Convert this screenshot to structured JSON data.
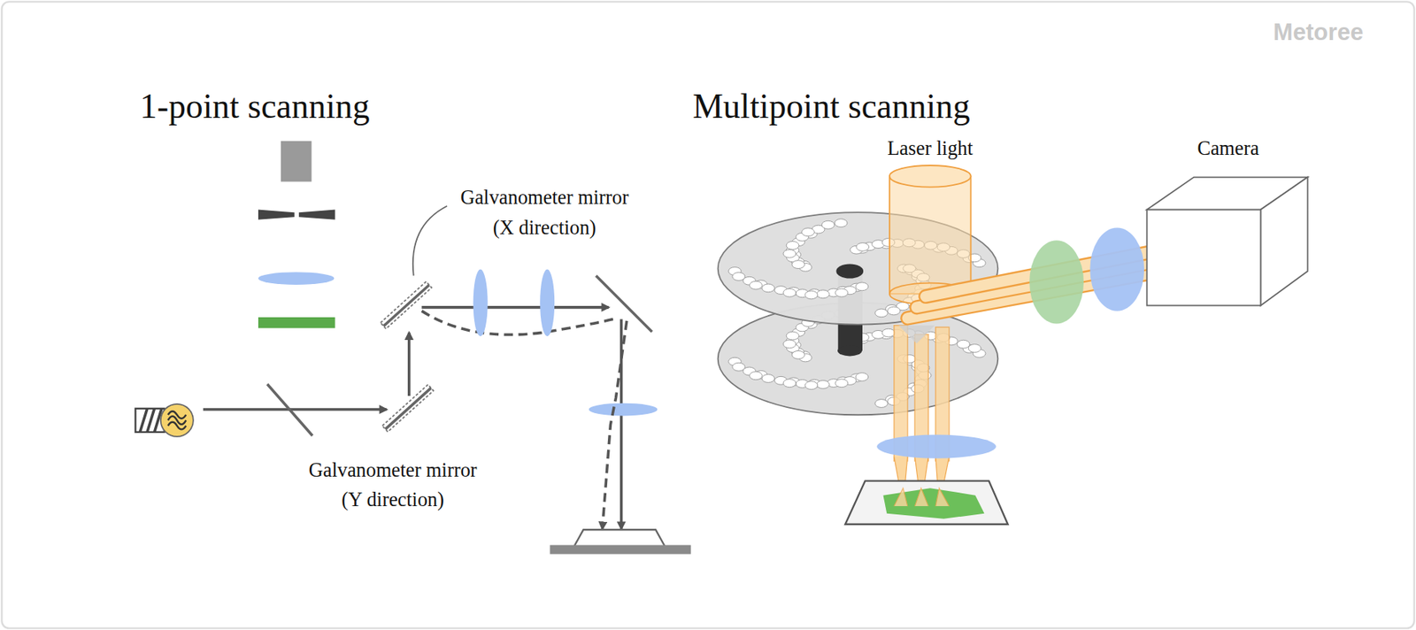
{
  "diagram": {
    "nodes": [
      {
        "text": [
          "Laser light"
        ]
      },
      {
        "text": [
          "Camera"
        ]
      }
    ],
    "labels": [
      "1-point scanning",
      "Multipoint scanning",
      "Galvanometer mirror (X direction)",
      "Galvanometer mirror (Y direction)",
      "Metoree"
    ]
  }
}
